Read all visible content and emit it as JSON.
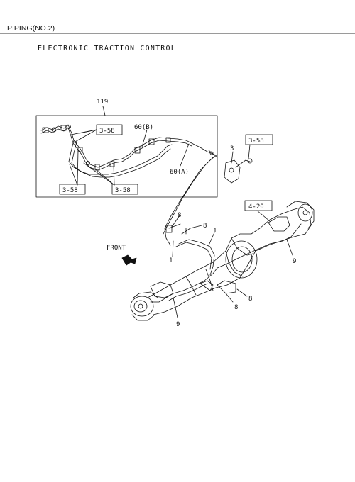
{
  "header": {
    "title": "PIPING(NO.2)"
  },
  "diagram": {
    "subtitle": "ELECTRONIC TRACTION CONTROL",
    "group_label": "119",
    "ref_3_58_a": "3-58",
    "ref_3_58_b": "3-58",
    "ref_3_58_c": "3-58",
    "ref_3_58_d": "3-58",
    "ref_4_20": "4-20",
    "part_60b": "60(B)",
    "part_60a": "60(A)",
    "part_3": "3",
    "part_8_a": "8",
    "part_8_b": "8",
    "part_8_c": "8",
    "part_8_d": "8",
    "part_1_a": "1",
    "part_1_b": "1",
    "part_9_a": "9",
    "part_9_b": "9",
    "front_label": "FRONT"
  }
}
